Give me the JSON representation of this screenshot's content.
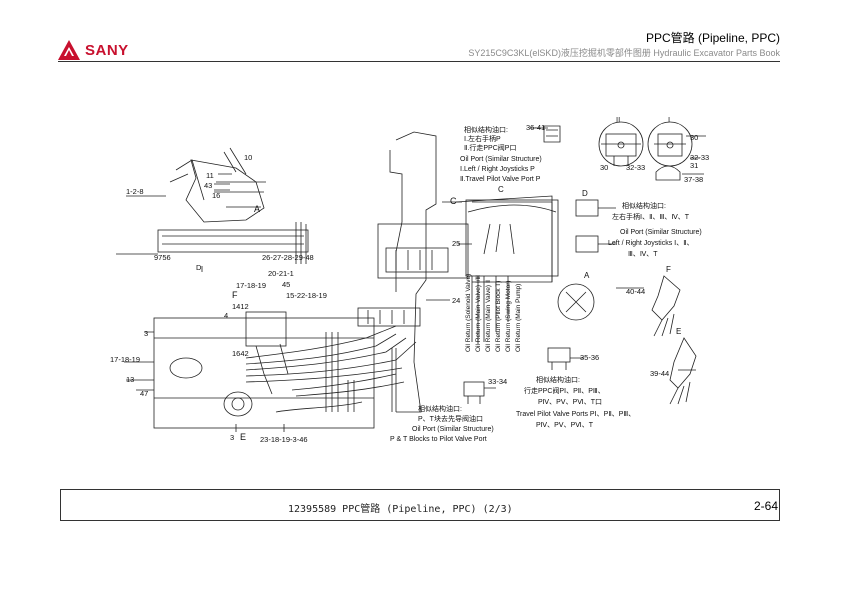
{
  "header": {
    "brand": "SANY",
    "title": "PPC管路 (Pipeline, PPC)",
    "subtitle": "SY215C9C3KL(elSKD)液压挖掘机零部件图册 Hydraulic Excavator Parts Book"
  },
  "colors": {
    "brand_red": "#c8102e",
    "rule": "#333333"
  },
  "drawing": {
    "callouts": {
      "c1": "1-2-8",
      "c10": "10",
      "c11": "11",
      "c43a": "43",
      "c16": "16",
      "cA_mark": "A",
      "c9756": "9756",
      "cD_mark": "D",
      "c26_48": "26-27-28-29-48",
      "c20_21_1": "20-21-1",
      "c45": "45",
      "c15_19": "15-22-18-19",
      "c17_18_19a": "17-18-19",
      "cF_mark": "F",
      "c14_12": "1412",
      "c4": "4",
      "c3a": "3",
      "c1642": "1642",
      "c17_18_19b": "17-18-19",
      "c13": "13",
      "c47": "47",
      "c3b": "3",
      "cE_mark": "E",
      "c23_46": "23-18-19-3-46",
      "cC_mark": "C",
      "c25": "25",
      "c24": "24",
      "c36_41": "36-41",
      "c30a": "30",
      "c32_33a": "32-33",
      "c30b": "30",
      "c32_33b": "32-33",
      "c31": "31",
      "c37_38": "37-38",
      "cD_view": "D",
      "cC_view": "C",
      "cA_view": "A",
      "cF_view": "F",
      "cE_view": "E",
      "c40_44": "40-44",
      "c39_44": "39-44",
      "c35_36": "35-36",
      "c33_34": "33-34",
      "roman_II": "II",
      "roman_I": "I"
    },
    "note_top": {
      "line1": "相似结构油口:",
      "line2": "Ⅰ.左右手柄P",
      "line3": "Ⅱ.行走PPC阀P口",
      "line4": "Oil Port (Similar Structure)",
      "line5": "Ⅰ.Left / Right Joysticks P",
      "line6": "Ⅱ.Travel Pilot Valve Port P"
    },
    "note_right": {
      "line1": "相似结构油口:",
      "line2": "左右手柄Ⅰ、Ⅱ、Ⅲ、Ⅳ、T",
      "line3": "Oil Port (Similar Structure)",
      "line4": "Left / Right Joysticks Ⅰ、Ⅱ、",
      "line5": "Ⅲ、Ⅳ、T"
    },
    "note_travel": {
      "line1": "相似结构油口:",
      "line2": "行走PPC阀PⅠ、PⅡ、PⅢ、",
      "line3": "PⅣ、PⅤ、PⅥ、T口",
      "line4": "Travel Pilot Valve Ports PⅠ、PⅡ、PⅢ、",
      "line5": "PⅣ、PⅤ、PⅥ、T"
    },
    "note_blocks": {
      "line1": "相似结构油口:",
      "line2": "P、T块去先导阀油口",
      "line3": "Oil Port (Similar Structure)",
      "line4": "P & T Blocks to Pilot Valve Port"
    },
    "vertical_labels": [
      "Oil Return (Solenoid Valve)",
      "Oil Return (Main Valve) Ⅰ/Ⅲ",
      "Oil Return (Main Valve) Ⅱ",
      "Oil Return (Pilot Block T)",
      "Oil Return (Swing Motor)",
      "Oil Return (Main Pump)"
    ]
  },
  "footer": {
    "caption": "12395589 PPC管路 (Pipeline, PPC) (2/3)",
    "page": "2-64"
  }
}
